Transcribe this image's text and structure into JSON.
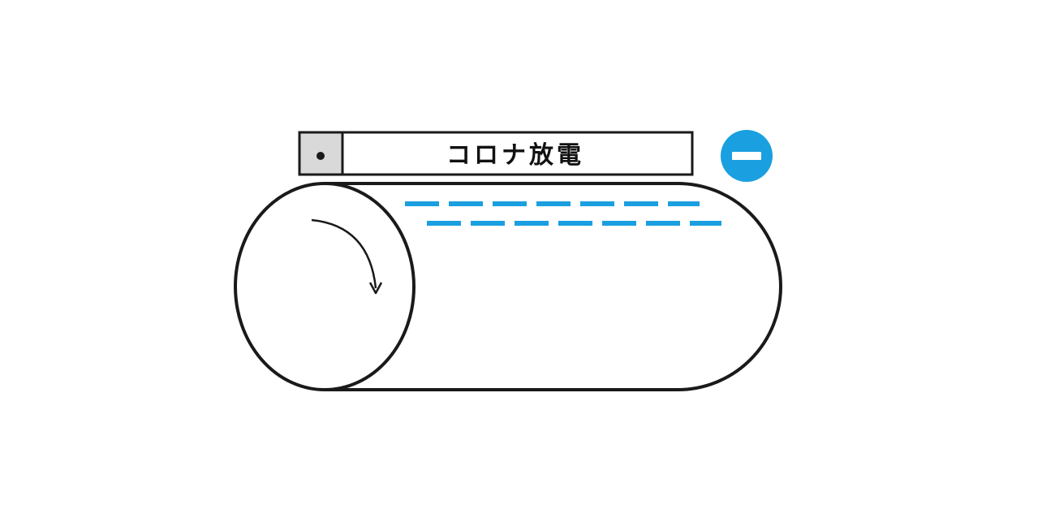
{
  "diagram": {
    "label": "コロナ放電",
    "colors": {
      "outline": "#1a1a1a",
      "charge": "#1a9fe0",
      "electrode_fill": "#d9d9d9",
      "background": "#ffffff"
    },
    "elements": {
      "drum": "photoreceptor-drum",
      "rotation": "clockwise-rotation-arrow",
      "charger": "corona-charger-unit",
      "charge_symbol": "negative-charge-icon",
      "charges": "negative-charge-dashes"
    }
  }
}
